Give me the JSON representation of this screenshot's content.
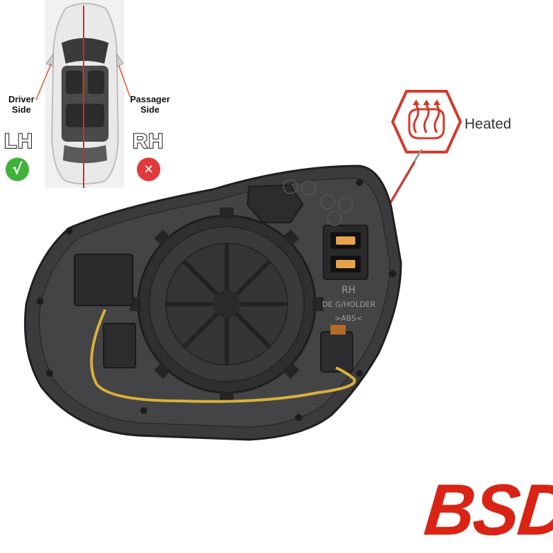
{
  "side_diagram": {
    "driver_label_line1": "Driver",
    "driver_label_line2": "Side",
    "passenger_label_line1": "Passager",
    "passenger_label_line2": "Side",
    "left_code": "LH",
    "right_code": "RH",
    "left_mark": "√",
    "right_mark": "✕",
    "left_selected": true,
    "right_selected": false
  },
  "feature": {
    "label": "Heated",
    "icon": "heated-mirror-icon"
  },
  "mirror_markings": {
    "side": "RH",
    "part": "DE G/HOLDER",
    "material": ">ABS<"
  },
  "brand": {
    "name": "BSD"
  },
  "colors": {
    "brand_red": "#d92314",
    "check_green": "#3fb23a",
    "cross_red": "#e03a3a",
    "mirror_body": "#3b3b3d",
    "wire_yellow": "#d8b13a"
  }
}
